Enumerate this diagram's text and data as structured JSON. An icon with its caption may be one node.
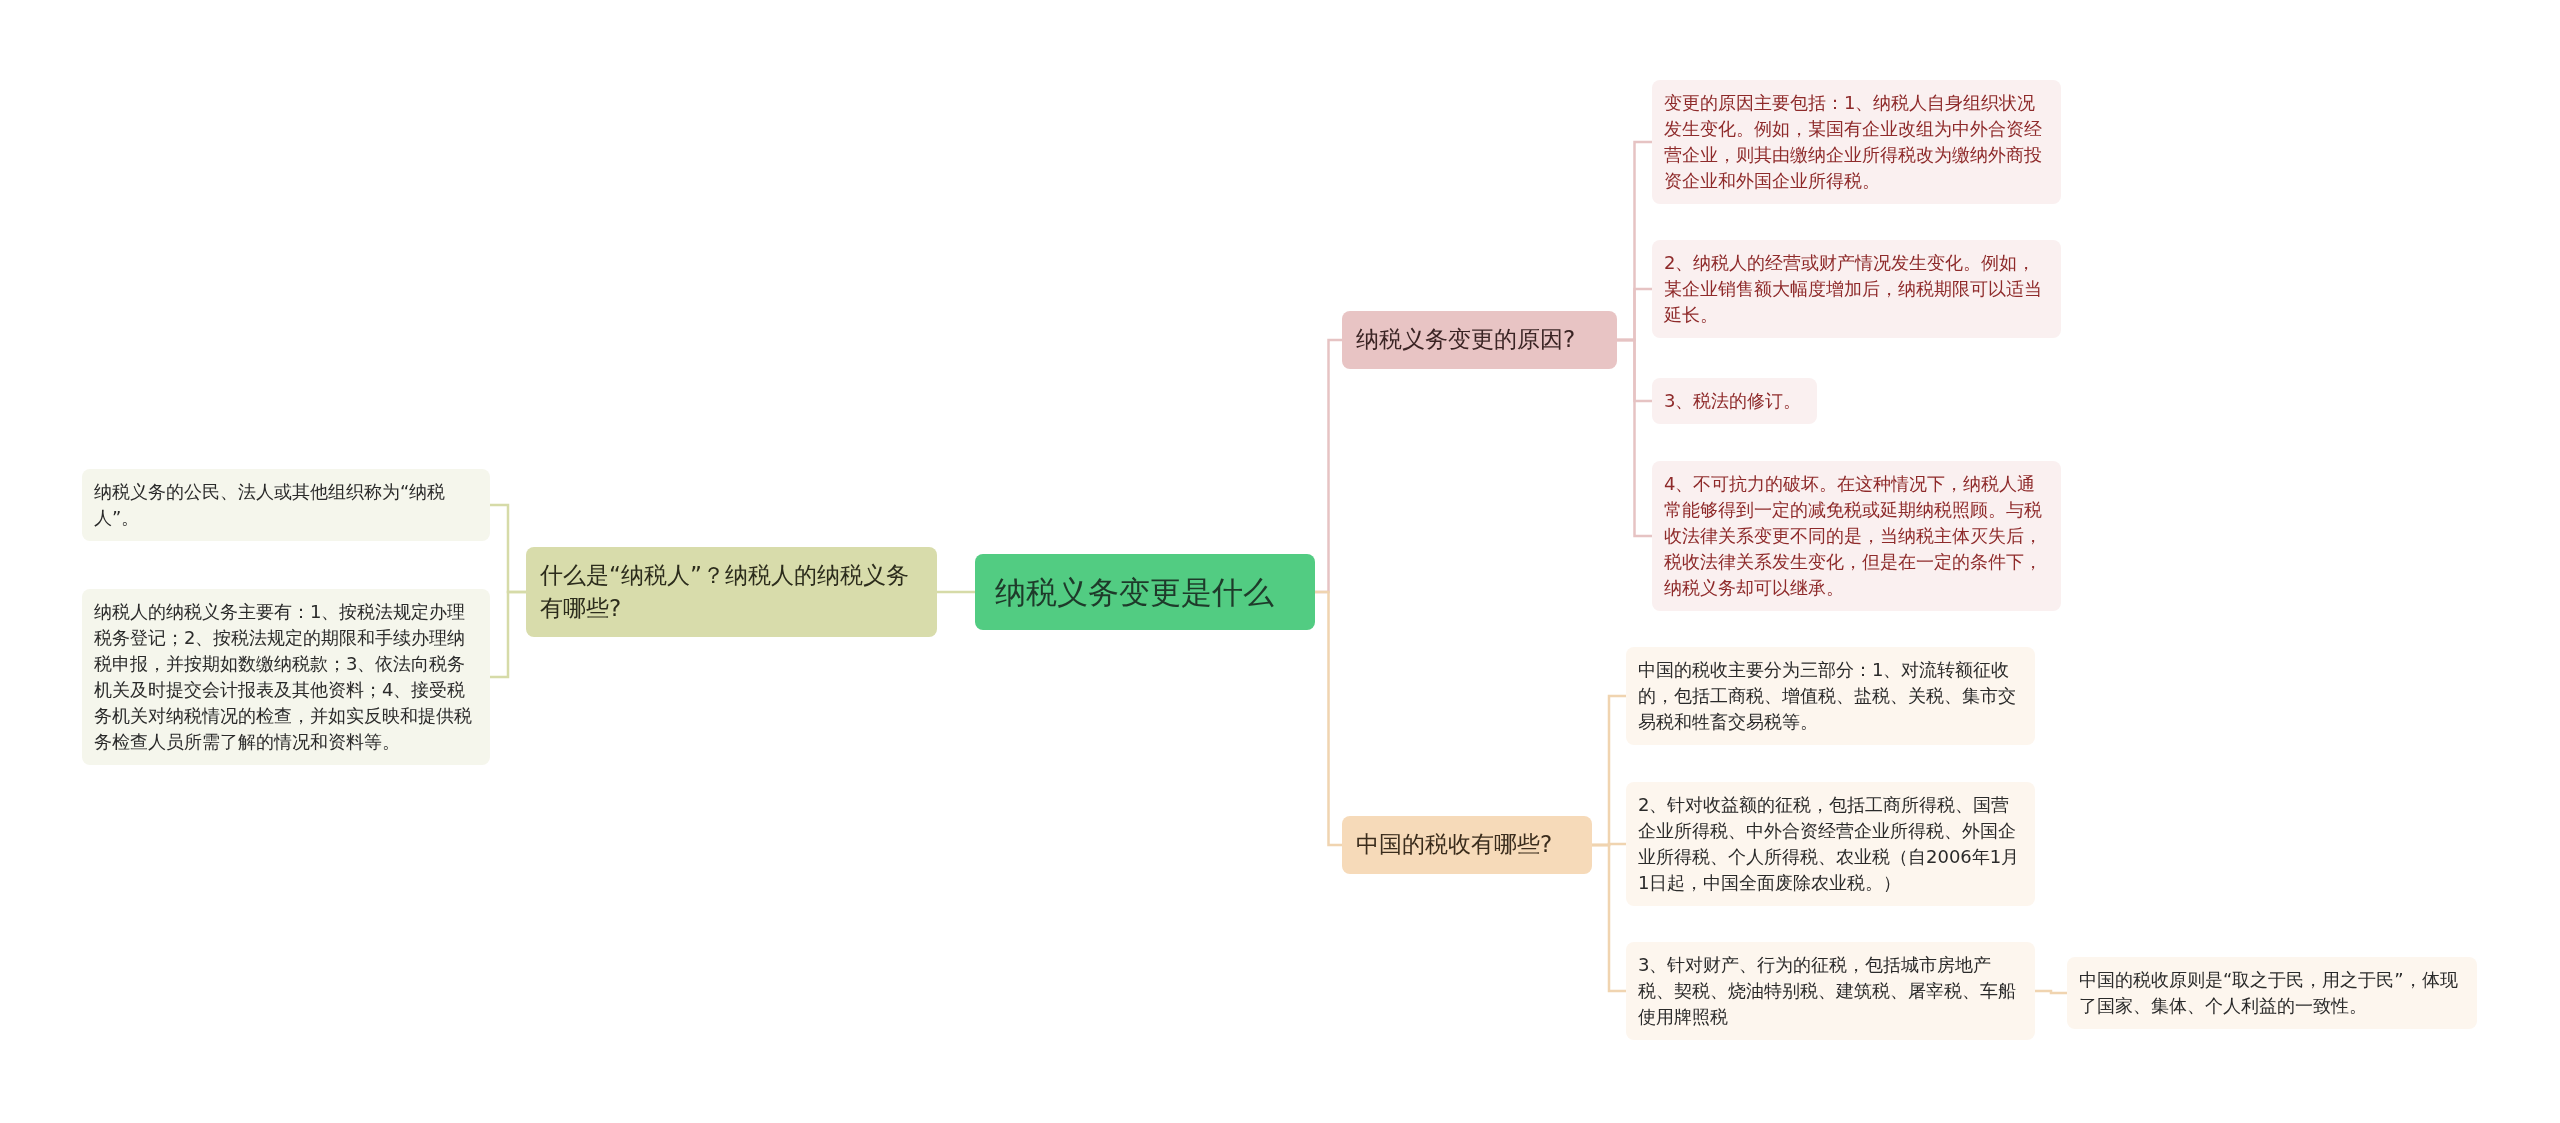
{
  "diagram": {
    "nodes": [
      {
        "text": [
          "纳税义务变更是什么"
        ]
      },
      {
        "text": [
          "什么是“纳税人”？纳税人的纳税义务有哪些?"
        ]
      },
      {
        "text": [
          "纳税义务的公民、法人或其他组织称为“纳税人”。"
        ]
      },
      {
        "text": [
          "纳税人的纳税义务主要有：1、按税法规定办理税务登记；2、按税法规定的期限和手续办理纳税申报，并按期如数缴纳税款；3、依法向税务机关及时提交会计报表及其他资料；4、接受税务机关对纳税情况的检查，并如实反映和提供税务检查人员所需了解的情况和资料等。"
        ]
      },
      {
        "text": [
          "纳税义务变更的原因?"
        ]
      },
      {
        "text": [
          "变更的原因主要包括：1、纳税人自身组织状况发生变化。例如，某国有企业改组为中外合资经营企业，则其由缴纳企业所得税改为缴纳外商投资企业和外国企业所得税。"
        ]
      },
      {
        "text": [
          "2、纳税人的经营或财产情况发生变化。例如，某企业销售额大幅度增加后，纳税期限可以适当延长。"
        ]
      },
      {
        "text": [
          "3、税法的修订。"
        ]
      },
      {
        "text": [
          "4、不可抗力的破坏。在这种情况下，纳税人通常能够得到一定的减免税或延期纳税照顾。与税收法律关系变更不同的是，当纳税主体灭失后，税收法律关系发生变化，但是在一定的条件下，纳税义务却可以继承。"
        ]
      },
      {
        "text": [
          "中国的税收有哪些?"
        ]
      },
      {
        "text": [
          "中国的税收主要分为三部分：1、对流转额征收的，包括工商税、增值税、盐税、关税、集市交易税和牲畜交易税等。"
        ]
      },
      {
        "text": [
          "2、针对收益额的征税，包括工商所得税、国营企业所得税、中外合资经营企业所得税、外国企业所得税、个人所得税、农业税（自2006年1月1日起，中国全面废除农业税。）"
        ]
      },
      {
        "text": [
          "3、针对财产、行为的征税，包括城市房地产税、契税、烧油特别税、建筑税、屠宰税、车船使用牌照税"
        ]
      },
      {
        "text": [
          "中国的税收原则是“取之于民，用之于民”，体现了国家、集体、个人利益的一致性。"
        ]
      }
    ],
    "edges": [
      {
        "from": 0,
        "to": 1,
        "arrow": "none",
        "color": "#d6dba8"
      },
      {
        "from": 1,
        "to": 2,
        "arrow": "none",
        "color": "#d6dba8"
      },
      {
        "from": 1,
        "to": 3,
        "arrow": "none",
        "color": "#d6dba8"
      },
      {
        "from": 0,
        "to": 4,
        "arrow": "none",
        "color": "#e6c3c3"
      },
      {
        "from": 4,
        "to": 5,
        "arrow": "none",
        "color": "#e6c3c3"
      },
      {
        "from": 4,
        "to": 6,
        "arrow": "none",
        "color": "#e6c3c3"
      },
      {
        "from": 4,
        "to": 7,
        "arrow": "none",
        "color": "#e6c3c3"
      },
      {
        "from": 4,
        "to": 8,
        "arrow": "none",
        "color": "#e6c3c3"
      },
      {
        "from": 0,
        "to": 9,
        "arrow": "none",
        "color": "#f0d4b0"
      },
      {
        "from": 9,
        "to": 10,
        "arrow": "none",
        "color": "#f0d4b0"
      },
      {
        "from": 9,
        "to": 11,
        "arrow": "none",
        "color": "#f0d4b0"
      },
      {
        "from": 9,
        "to": 12,
        "arrow": "none",
        "color": "#f0d4b0"
      },
      {
        "from": 12,
        "to": 13,
        "arrow": "none",
        "color": "#f0d4b0"
      }
    ]
  }
}
